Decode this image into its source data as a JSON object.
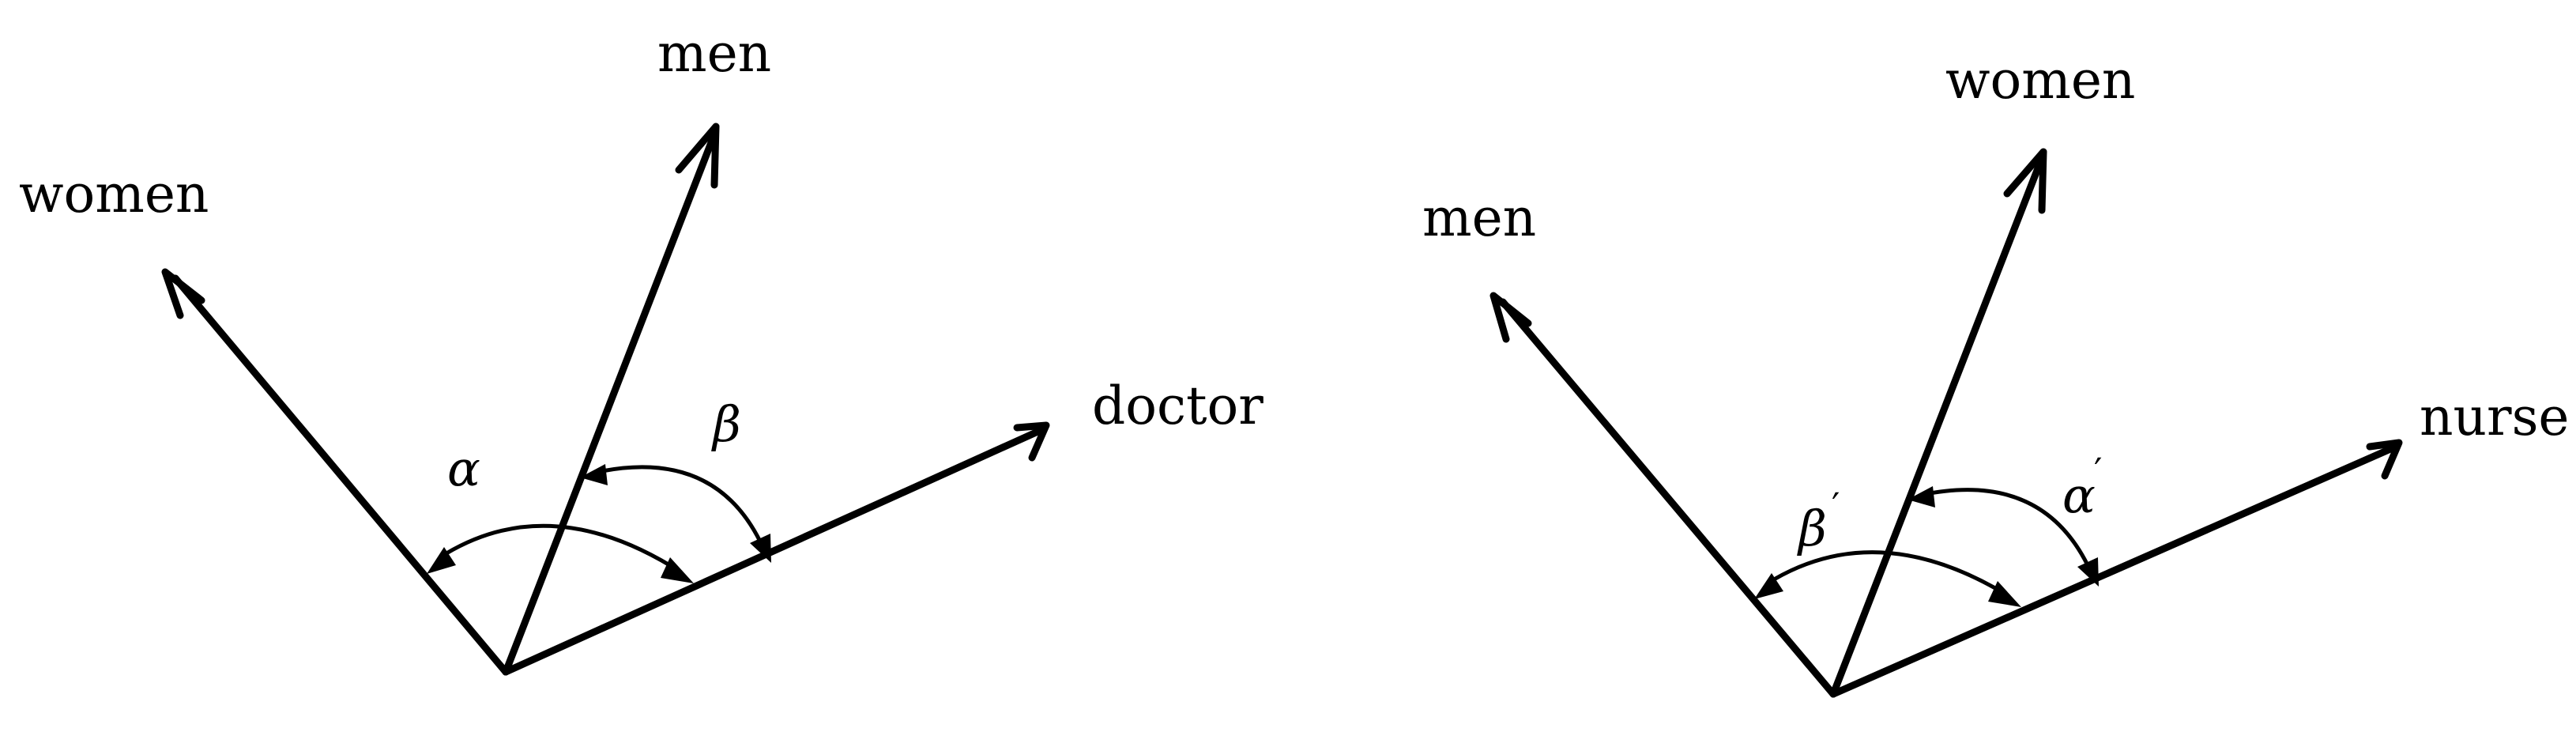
{
  "left_diagram": {
    "labels": {
      "men": "men",
      "women": "women",
      "doctor": "doctor"
    },
    "angles": {
      "alpha": "α",
      "beta": "β"
    }
  },
  "right_diagram": {
    "labels": {
      "women": "women",
      "men": "men",
      "nurse": "nurse"
    },
    "angles": {
      "beta_prime": "β",
      "alpha_prime": "α",
      "prime_mark": "′"
    }
  },
  "colors": {
    "ink": "#000000",
    "background": "#ffffff"
  }
}
